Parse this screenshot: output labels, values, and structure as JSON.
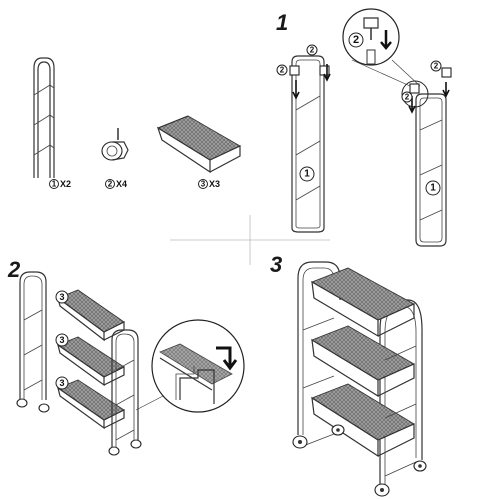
{
  "parts": [
    {
      "number": "1",
      "quantity": "X2",
      "icon": "side-frame-icon"
    },
    {
      "number": "2",
      "quantity": "X4",
      "icon": "caster-wheel-icon"
    },
    {
      "number": "3",
      "quantity": "X3",
      "icon": "mesh-basket-icon"
    }
  ],
  "steps": [
    {
      "number": "1",
      "callouts": [
        "2",
        "2",
        "2",
        "2",
        "2",
        "1"
      ]
    },
    {
      "number": "2",
      "callouts": [
        "3",
        "3",
        "3"
      ]
    },
    {
      "number": "3",
      "callouts": []
    }
  ],
  "colors": {
    "line": "#333333",
    "mesh": "#8d8d8d",
    "background": "#ffffff"
  }
}
